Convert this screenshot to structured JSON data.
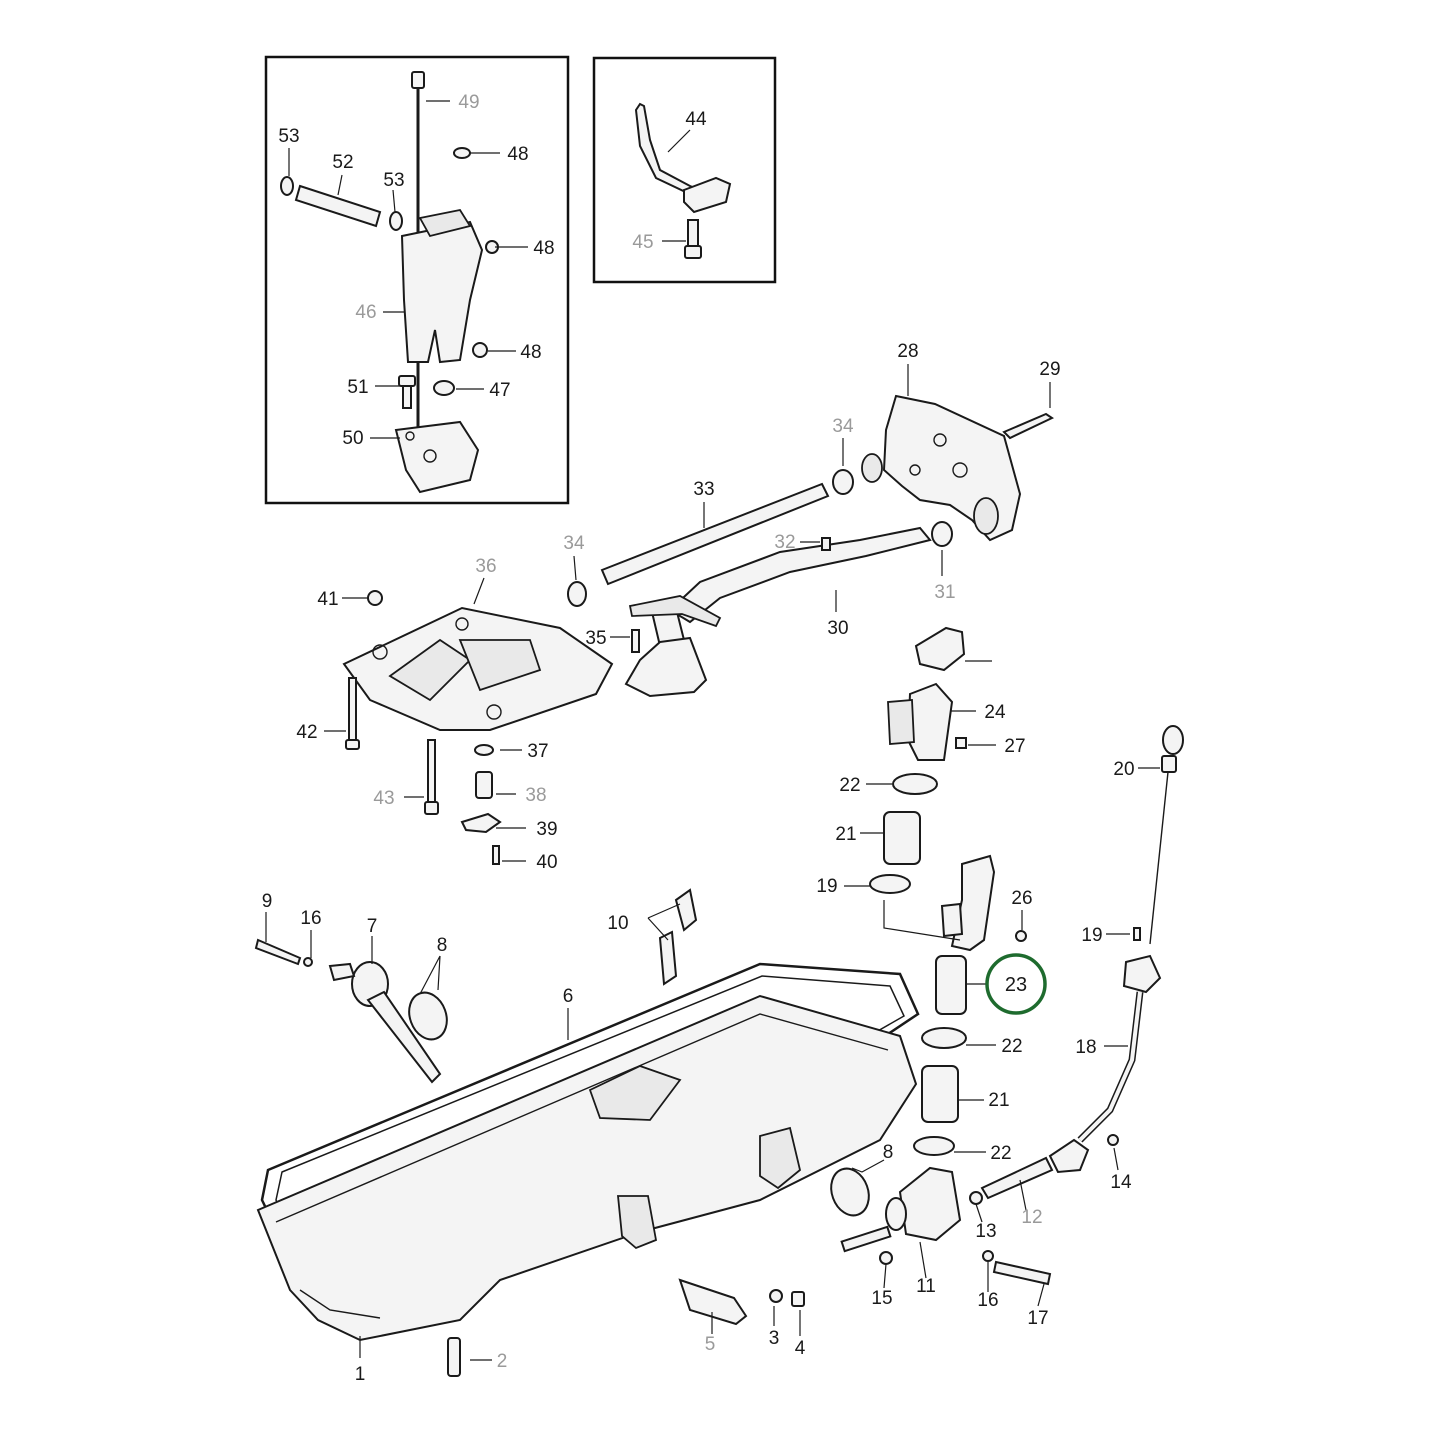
{
  "diagram": {
    "highlighted_callout": "23",
    "highlight_color": "#1e6b2e",
    "callouts": [
      {
        "id": "c1",
        "text": "1",
        "grey": false
      },
      {
        "id": "c2",
        "text": "2",
        "grey": true
      },
      {
        "id": "c3",
        "text": "3",
        "grey": false
      },
      {
        "id": "c4",
        "text": "4",
        "grey": false
      },
      {
        "id": "c5",
        "text": "5",
        "grey": true
      },
      {
        "id": "c6",
        "text": "6",
        "grey": false
      },
      {
        "id": "c7",
        "text": "7",
        "grey": false
      },
      {
        "id": "c8a",
        "text": "8",
        "grey": false
      },
      {
        "id": "c8b",
        "text": "8",
        "grey": false
      },
      {
        "id": "c9",
        "text": "9",
        "grey": false
      },
      {
        "id": "c10",
        "text": "10",
        "grey": false
      },
      {
        "id": "c11",
        "text": "11",
        "grey": false
      },
      {
        "id": "c12",
        "text": "12",
        "grey": true
      },
      {
        "id": "c13",
        "text": "13",
        "grey": false
      },
      {
        "id": "c14",
        "text": "14",
        "grey": false
      },
      {
        "id": "c15",
        "text": "15",
        "grey": false
      },
      {
        "id": "c16a",
        "text": "16",
        "grey": false
      },
      {
        "id": "c16b",
        "text": "16",
        "grey": false
      },
      {
        "id": "c17",
        "text": "17",
        "grey": false
      },
      {
        "id": "c18",
        "text": "18",
        "grey": false
      },
      {
        "id": "c19a",
        "text": "19",
        "grey": false
      },
      {
        "id": "c19b",
        "text": "19",
        "grey": false
      },
      {
        "id": "c20",
        "text": "20",
        "grey": false
      },
      {
        "id": "c21a",
        "text": "21",
        "grey": false
      },
      {
        "id": "c21b",
        "text": "21",
        "grey": false
      },
      {
        "id": "c22a",
        "text": "22",
        "grey": false
      },
      {
        "id": "c22b",
        "text": "22",
        "grey": false
      },
      {
        "id": "c22c",
        "text": "22",
        "grey": false
      },
      {
        "id": "c23",
        "text": "23",
        "grey": false
      },
      {
        "id": "c24",
        "text": "24",
        "grey": false
      },
      {
        "id": "c26",
        "text": "26",
        "grey": false
      },
      {
        "id": "c27",
        "text": "27",
        "grey": false
      },
      {
        "id": "c28",
        "text": "28",
        "grey": false
      },
      {
        "id": "c29",
        "text": "29",
        "grey": false
      },
      {
        "id": "c30",
        "text": "30",
        "grey": false
      },
      {
        "id": "c31",
        "text": "31",
        "grey": true
      },
      {
        "id": "c32",
        "text": "32",
        "grey": true
      },
      {
        "id": "c33",
        "text": "33",
        "grey": false
      },
      {
        "id": "c34a",
        "text": "34",
        "grey": true
      },
      {
        "id": "c34b",
        "text": "34",
        "grey": true
      },
      {
        "id": "c35",
        "text": "35",
        "grey": false
      },
      {
        "id": "c36",
        "text": "36",
        "grey": true
      },
      {
        "id": "c37",
        "text": "37",
        "grey": false
      },
      {
        "id": "c38",
        "text": "38",
        "grey": true
      },
      {
        "id": "c39",
        "text": "39",
        "grey": false
      },
      {
        "id": "c40",
        "text": "40",
        "grey": false
      },
      {
        "id": "c41",
        "text": "41",
        "grey": false
      },
      {
        "id": "c42",
        "text": "42",
        "grey": false
      },
      {
        "id": "c43",
        "text": "43",
        "grey": true
      },
      {
        "id": "c44",
        "text": "44",
        "grey": false
      },
      {
        "id": "c45",
        "text": "45",
        "grey": true
      },
      {
        "id": "c46",
        "text": "46",
        "grey": true
      },
      {
        "id": "c47",
        "text": "47",
        "grey": false
      },
      {
        "id": "c48a",
        "text": "48",
        "grey": false
      },
      {
        "id": "c48b",
        "text": "48",
        "grey": false
      },
      {
        "id": "c48c",
        "text": "48",
        "grey": false
      },
      {
        "id": "c49",
        "text": "49",
        "grey": true
      },
      {
        "id": "c50",
        "text": "50",
        "grey": false
      },
      {
        "id": "c51",
        "text": "51",
        "grey": false
      },
      {
        "id": "c52",
        "text": "52",
        "grey": false
      },
      {
        "id": "c53a",
        "text": "53",
        "grey": false
      },
      {
        "id": "c53b",
        "text": "53",
        "grey": false
      }
    ]
  }
}
